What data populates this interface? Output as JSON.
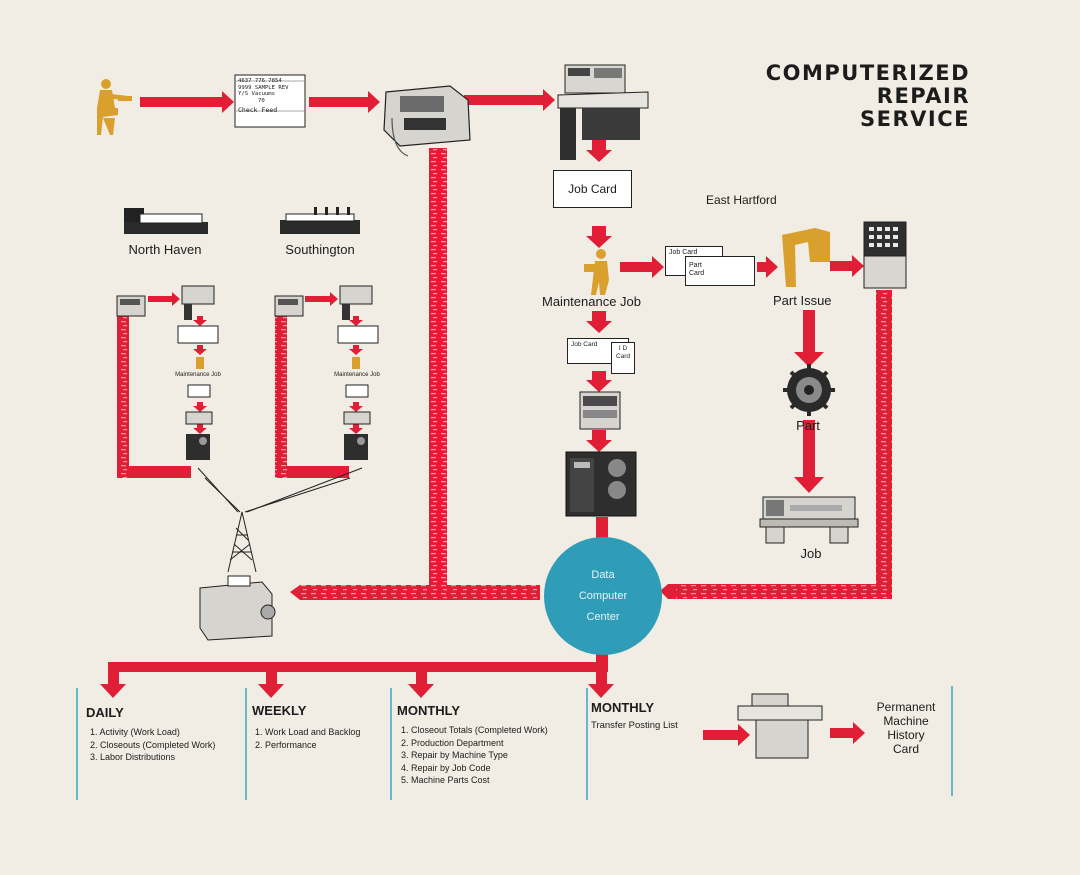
{
  "title": {
    "line1": "COMPUTERIZED",
    "line2": "REPAIR",
    "line3": "SERVICE"
  },
  "colors": {
    "background": "#f1ede4",
    "flow_red": "#e01f36",
    "center_blue": "#2f9cb8",
    "figure_gold": "#d9a02e",
    "divider_blue": "#3aa7c2"
  },
  "top_row": {
    "ticket_lines": [
      "4637  776 7854",
      "9999  SAMPLE REV",
      "Y/S   Vacuums",
      "70",
      "Check Feed"
    ]
  },
  "job_card": {
    "label": "Job Card"
  },
  "east_hartford": {
    "label": "East Hartford"
  },
  "maintenance_job": {
    "label": "Maintenance Job"
  },
  "part_issue": {
    "label": "Part Issue"
  },
  "part_cards": {
    "job_card": "Job Card",
    "part_card": "Part Card"
  },
  "keypunch_cards": {
    "job_card": "Job Card",
    "id_card": "I D Card"
  },
  "part": {
    "label": "Part"
  },
  "job": {
    "label": "Job"
  },
  "plants": {
    "north_haven": "North Haven",
    "southington": "Southington"
  },
  "branch": {
    "maintenance_job": "Maintenance Job"
  },
  "data_center": {
    "line1": "Data",
    "line2": "Computer",
    "line3": "Center"
  },
  "reports": {
    "daily": {
      "title": "DAILY",
      "items": [
        "1. Activity (Work Load)",
        "2. Closeouts (Completed Work)",
        "3. Labor Distributions"
      ]
    },
    "weekly": {
      "title": "WEEKLY",
      "items": [
        "1. Work Load and Backlog",
        "2. Performance"
      ]
    },
    "monthly1": {
      "title": "MONTHLY",
      "items": [
        "1. Closeout Totals (Completed Work)",
        "2. Production Department",
        "3. Repair by Machine Type",
        "4. Repair by Job Code",
        "5. Machine Parts Cost"
      ]
    },
    "monthly2": {
      "title": "MONTHLY",
      "subtitle": "Transfer Posting List"
    }
  },
  "permanent_card": {
    "line1": "Permanent",
    "line2": "Machine",
    "line3": "History",
    "line4": "Card"
  }
}
